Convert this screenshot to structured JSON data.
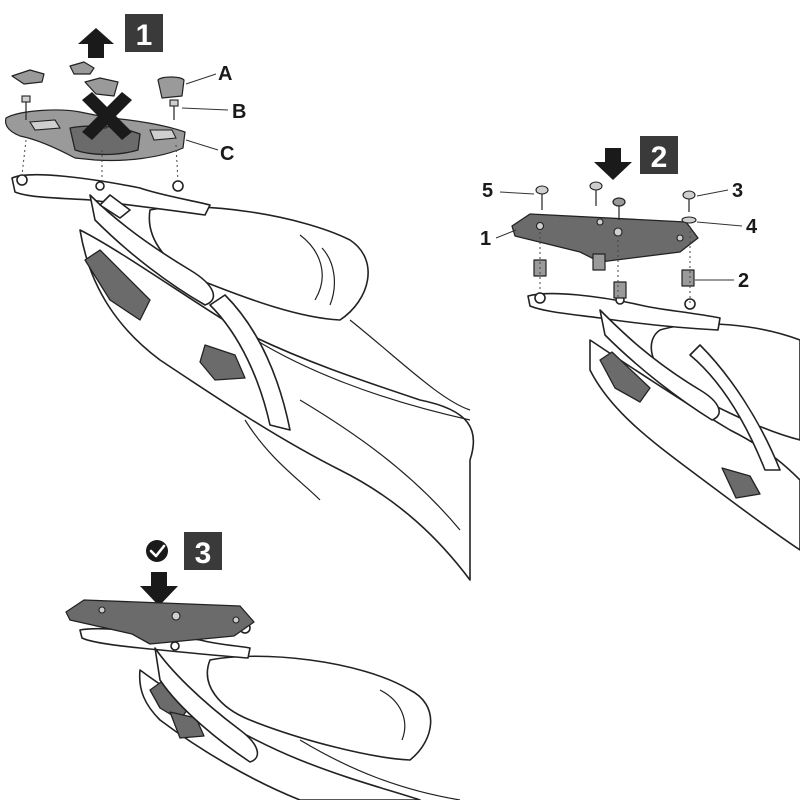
{
  "steps": [
    {
      "number": "1",
      "action": "remove"
    },
    {
      "number": "2",
      "action": "install"
    },
    {
      "number": "3",
      "action": "complete"
    }
  ],
  "step1_labels": {
    "a": "A",
    "b": "B",
    "c": "C"
  },
  "step2_labels": {
    "n1": "1",
    "n2": "2",
    "n3": "3",
    "n4": "4",
    "n5": "5"
  },
  "icons": {
    "up_arrow": "arrow-up-icon",
    "down_arrow": "arrow-down-icon",
    "remove_mark": "cross-icon",
    "done_mark": "checkmark-icon"
  },
  "colors": {
    "badge": "#3a3a3a",
    "part_dark": "#6b6b6b",
    "part_mid": "#9a9a9a"
  }
}
